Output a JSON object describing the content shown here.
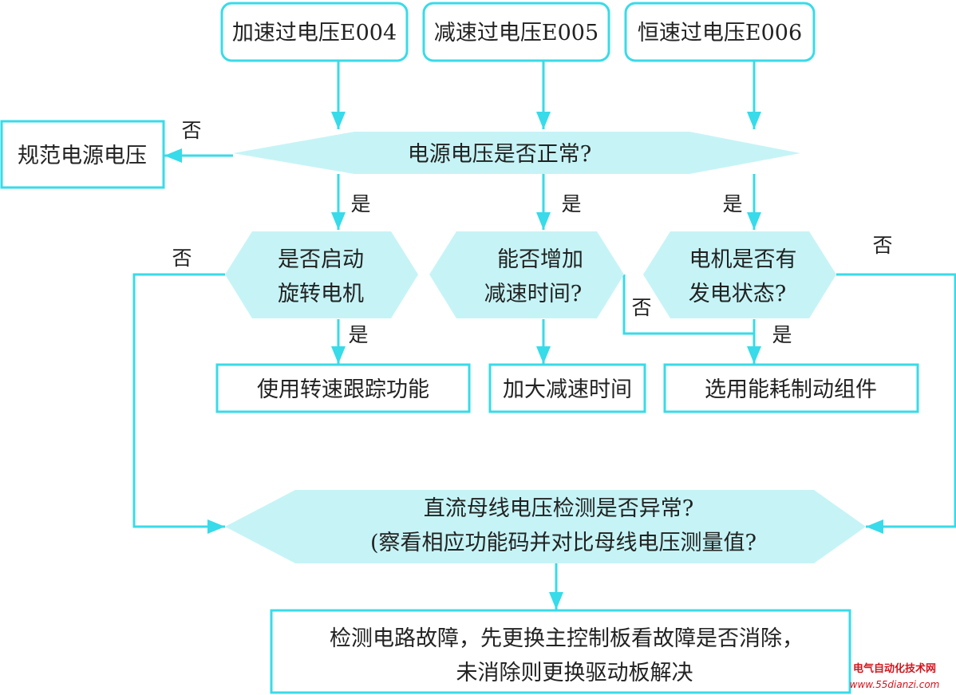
{
  "colors": {
    "stroke": "#38dbe9",
    "fill": "#c6f4f6",
    "text": "#222222",
    "watermark_red": "#d4141c"
  },
  "codes": {
    "accel": "加速过电压E004",
    "decel": "减速过电压E005",
    "constant": "恒速过电压E006"
  },
  "supply": {
    "question": "电源电压是否正常?",
    "fix": "规范电源电压",
    "no_label": "否"
  },
  "branches": {
    "restart": {
      "line1": "是否启动",
      "line2": "旋转电机",
      "action": "使用转速跟踪功能",
      "yes_in": "是",
      "yes_out": "是",
      "no_label": "否"
    },
    "decel_time": {
      "line1": "能否增加",
      "line2": "减速时间?",
      "action": "加大减速时间",
      "yes_in": "是",
      "no_label": "否"
    },
    "generating": {
      "line1": "电机是否有",
      "line2": "发电状态?",
      "action": "选用能耗制动组件",
      "yes_in": "是",
      "yes_out": "是",
      "no_label": "否"
    }
  },
  "dc_bus": {
    "line1": "直流母线电压检测是否异常?",
    "line2": "(察看相应功能码并对比母线电压测量值?"
  },
  "final": {
    "line1": "检测电路故障，先更换主控制板看故障是否消除，",
    "line2": "未消除则更换驱动板解决"
  },
  "watermark": {
    "name": "电气自动化技术网",
    "url": "www.55dianzi.com"
  }
}
